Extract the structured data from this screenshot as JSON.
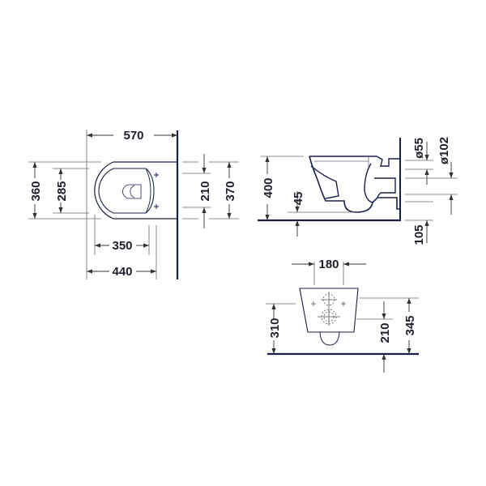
{
  "drawing": {
    "type": "technical dimension drawing",
    "subject": "wall-hung toilet",
    "line_color": "#1a1f4a",
    "views": {
      "top_view": {
        "dimensions": {
          "overall_length": "570",
          "overall_width": "360",
          "seat_opening_width": "285",
          "length_350": "350",
          "length_440": "440",
          "fixing_spacing": "210",
          "width_370": "370"
        }
      },
      "side_view": {
        "dimensions": {
          "height": "400",
          "outlet_height": "45",
          "inlet_diameter": "ø55",
          "outlet_diameter": "ø102",
          "outlet_offset": "105"
        }
      },
      "rear_view": {
        "dimensions": {
          "fixing_width": "180",
          "height_310": "310",
          "height_210": "210",
          "height_345": "345"
        }
      }
    }
  }
}
